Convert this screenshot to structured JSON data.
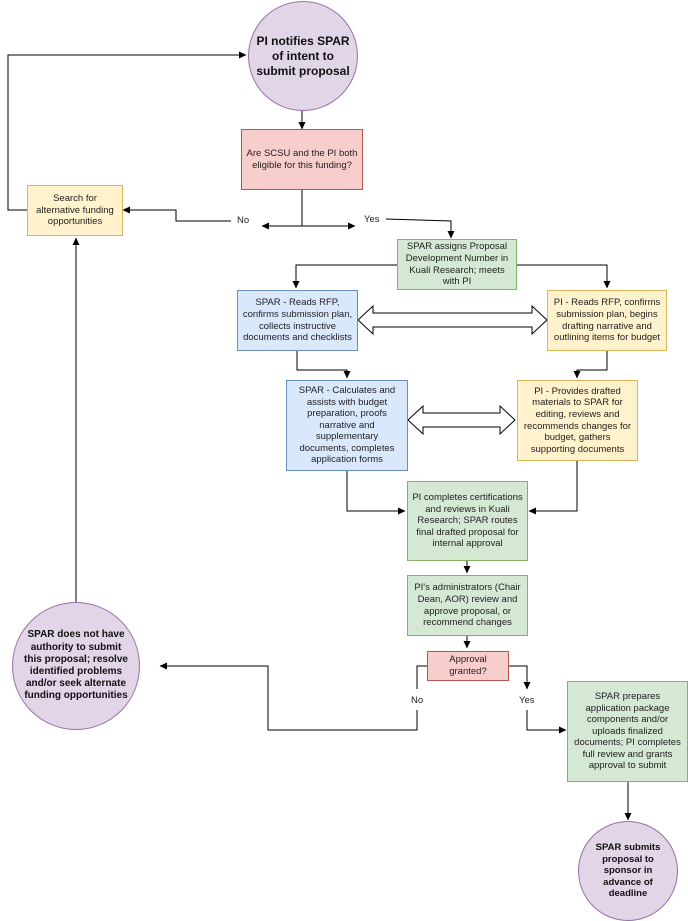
{
  "nodes": {
    "start": "PI notifies SPAR of intent to submit proposal",
    "eligible_question": "Are SCSU and the PI both eligible for this funding?",
    "search_alternatives": "Search for alternative funding opportunities",
    "assign_number": "SPAR assigns Proposal Development Number in Kuali Research; meets with PI",
    "spar_reads_rfp": "SPAR - Reads RFP, confirms submission plan, collects instructive documents and checklists",
    "pi_reads_rfp": "PI - Reads RFP, confirms submission plan, begins drafting narrative and outlining items for budget",
    "spar_budget": "SPAR - Calculates and assists with budget preparation, proofs narrative and supplementary documents, completes application forms",
    "pi_drafts": "PI - Provides drafted materials to SPAR for editing, reviews and recommends changes for budget, gathers supporting documents",
    "pi_certifications": "PI completes certifications and reviews in Kuali Research; SPAR routes final drafted proposal for internal approval",
    "admin_review": "PI's administrators (Chair Dean, AOR) review and approve proposal, or recommend changes",
    "approval_question": "Approval granted?",
    "no_authority": "SPAR does not have authority to submit this proposal; resolve identified problems and/or seek alternate funding opportunities",
    "spar_prepares": "SPAR prepares application package components and/or uploads finalized documents; PI completes full review and grants approval to submit",
    "submit": "SPAR submits proposal to sponsor in advance of deadline"
  },
  "edge_labels": {
    "eligible_no": "No",
    "eligible_yes": "Yes",
    "approval_no": "No",
    "approval_yes": "Yes"
  },
  "colors": {
    "start_end": "#e1d5e7",
    "decision": "#f8cecc",
    "alternative": "#fff2cc",
    "process": "#d5e8d4",
    "spar_task": "#dae8fc",
    "pi_task": "#fff2cc"
  }
}
